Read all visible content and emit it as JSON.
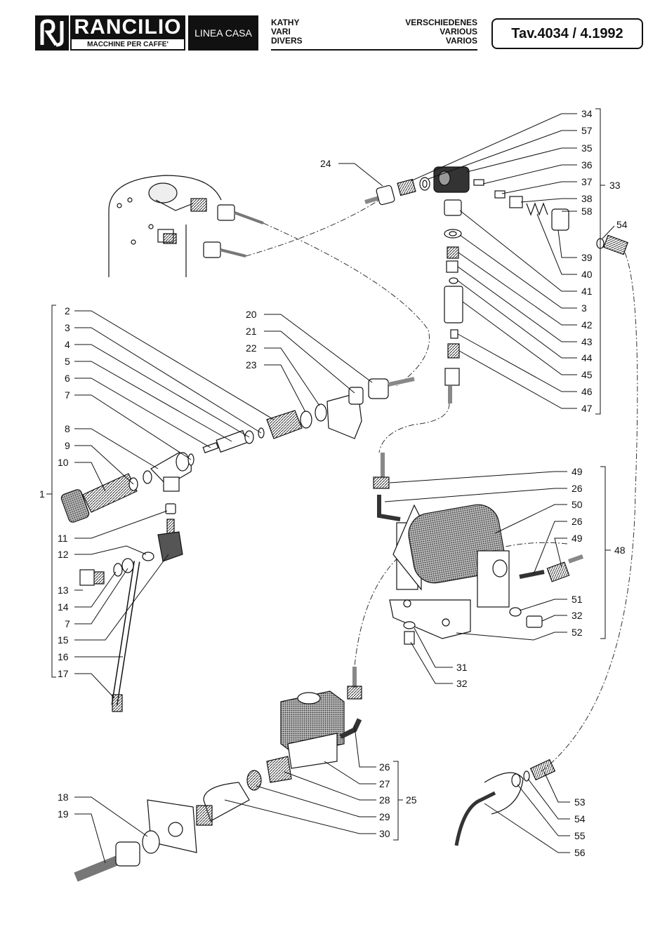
{
  "header": {
    "brand": "RANCILIO",
    "brand_subtitle": "MACCHINE PER CAFFE'",
    "line": "LINEA CASA",
    "model": "KATHY",
    "left_lines": [
      "VARI",
      "DIVERS"
    ],
    "right_lines": [
      "VERSCHIEDENES",
      "VARIOUS",
      "VARIOS"
    ],
    "table_id": "Tav.4034 / 4.1992"
  },
  "callouts": [
    {
      "id": "c34",
      "label": "34"
    },
    {
      "id": "c57",
      "label": "57"
    },
    {
      "id": "c35",
      "label": "35"
    },
    {
      "id": "c36",
      "label": "36"
    },
    {
      "id": "c37",
      "label": "37"
    },
    {
      "id": "c38",
      "label": "38"
    },
    {
      "id": "c58",
      "label": "58"
    },
    {
      "id": "c33",
      "label": "33"
    },
    {
      "id": "c54a",
      "label": "54"
    },
    {
      "id": "c24",
      "label": "24"
    },
    {
      "id": "c39",
      "label": "39"
    },
    {
      "id": "c40",
      "label": "40"
    },
    {
      "id": "c41",
      "label": "41"
    },
    {
      "id": "c3b",
      "label": "3"
    },
    {
      "id": "c42",
      "label": "42"
    },
    {
      "id": "c43",
      "label": "43"
    },
    {
      "id": "c44",
      "label": "44"
    },
    {
      "id": "c45",
      "label": "45"
    },
    {
      "id": "c46",
      "label": "46"
    },
    {
      "id": "c47",
      "label": "47"
    },
    {
      "id": "c2",
      "label": "2"
    },
    {
      "id": "c3a",
      "label": "3"
    },
    {
      "id": "c4",
      "label": "4"
    },
    {
      "id": "c5",
      "label": "5"
    },
    {
      "id": "c6",
      "label": "6"
    },
    {
      "id": "c7a",
      "label": "7"
    },
    {
      "id": "c8",
      "label": "8"
    },
    {
      "id": "c9",
      "label": "9"
    },
    {
      "id": "c10",
      "label": "10"
    },
    {
      "id": "c1",
      "label": "1"
    },
    {
      "id": "c11",
      "label": "11"
    },
    {
      "id": "c12",
      "label": "12"
    },
    {
      "id": "c13",
      "label": "13"
    },
    {
      "id": "c14",
      "label": "14"
    },
    {
      "id": "c7b",
      "label": "7"
    },
    {
      "id": "c15",
      "label": "15"
    },
    {
      "id": "c16",
      "label": "16"
    },
    {
      "id": "c17",
      "label": "17"
    },
    {
      "id": "c20",
      "label": "20"
    },
    {
      "id": "c21",
      "label": "21"
    },
    {
      "id": "c22",
      "label": "22"
    },
    {
      "id": "c23",
      "label": "23"
    },
    {
      "id": "c49a",
      "label": "49"
    },
    {
      "id": "c26a",
      "label": "26"
    },
    {
      "id": "c50",
      "label": "50"
    },
    {
      "id": "c26b",
      "label": "26"
    },
    {
      "id": "c49b",
      "label": "49"
    },
    {
      "id": "c48",
      "label": "48"
    },
    {
      "id": "c51",
      "label": "51"
    },
    {
      "id": "c32a",
      "label": "32"
    },
    {
      "id": "c52",
      "label": "52"
    },
    {
      "id": "c31",
      "label": "31"
    },
    {
      "id": "c32b",
      "label": "32"
    },
    {
      "id": "c26c",
      "label": "26"
    },
    {
      "id": "c27",
      "label": "27"
    },
    {
      "id": "c28",
      "label": "28"
    },
    {
      "id": "c25",
      "label": "25"
    },
    {
      "id": "c29",
      "label": "29"
    },
    {
      "id": "c30",
      "label": "30"
    },
    {
      "id": "c18",
      "label": "18"
    },
    {
      "id": "c19",
      "label": "19"
    },
    {
      "id": "c53",
      "label": "53"
    },
    {
      "id": "c54b",
      "label": "54"
    },
    {
      "id": "c55",
      "label": "55"
    },
    {
      "id": "c56",
      "label": "56"
    }
  ]
}
